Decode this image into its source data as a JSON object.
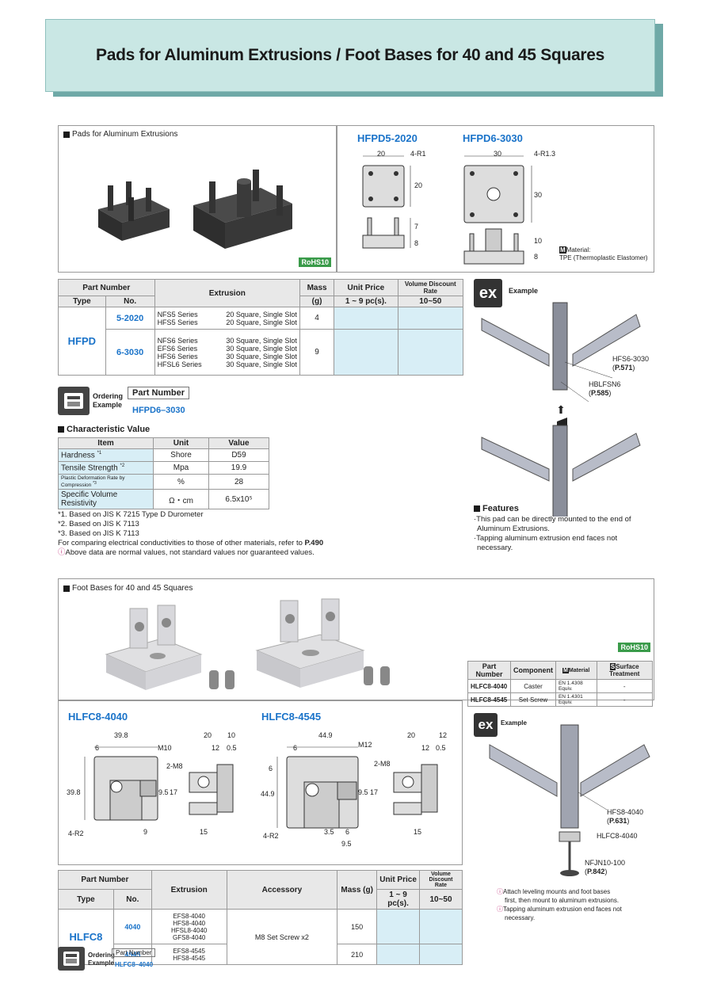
{
  "title": "Pads for Aluminum Extrusions / Foot Bases for 40 and 45 Squares",
  "pads": {
    "section_label": "Pads for Aluminum Extrusions",
    "rohs": "RoHS10",
    "drawing_1_title": "HFPD5-2020",
    "drawing_2_title": "HFPD6-3030",
    "d1": {
      "w": "20",
      "r": "4-R1",
      "h": "20",
      "a": "7",
      "b": "8"
    },
    "d2": {
      "w": "30",
      "r": "4-R1.3",
      "h": "30",
      "a": "10",
      "b": "8"
    },
    "material_label": "Material:",
    "material_value": "TPE (Thermoplastic Elastomer)",
    "table": {
      "h_part_number": "Part Number",
      "h_type": "Type",
      "h_no": "No.",
      "h_extrusion": "Extrusion",
      "h_mass": "Mass",
      "h_mass_unit": "(g)",
      "h_unit_price": "Unit Price",
      "h_unit_price_qty": "1 ~ 9 pc(s).",
      "h_volume": "Volume Discount Rate",
      "h_volume_qty": "10~50",
      "type": "HFPD",
      "row1": {
        "no": "5-2020",
        "series": [
          "NFS5 Series",
          "HFS5 Series"
        ],
        "desc": [
          "20 Square, Single Slot",
          "20 Square, Single Slot"
        ],
        "mass": "4"
      },
      "row2": {
        "no": "6-3030",
        "series": [
          "NFS6 Series",
          "EFS6 Series",
          "HFS6 Series",
          "HFSL6 Series"
        ],
        "desc": [
          "30 Square, Single Slot",
          "30 Square, Single Slot",
          "30 Square, Single Slot",
          "30 Square, Single Slot"
        ],
        "mass": "9"
      }
    },
    "ordering_label_1": "Ordering",
    "ordering_label_2": "Example",
    "ordering_part_number": "Part Number",
    "ordering_value": "HFPD6–3030",
    "char_title": "Characteristic Value",
    "char_headers": [
      "Item",
      "Unit",
      "Value"
    ],
    "char_rows": [
      {
        "item": "Hardness",
        "sup": "*1",
        "unit": "Shore",
        "value": "D59"
      },
      {
        "item": "Tensile Strength",
        "sup": "*2",
        "unit": "Mpa",
        "value": "19.9"
      },
      {
        "item": "Plastic Deformation Rate by Compression",
        "sup": "*3",
        "unit": "%",
        "value": "28"
      },
      {
        "item": "Specific Volume Resistivity",
        "sup": "",
        "unit": "Ω・cm",
        "value": "6.5x10⁵"
      }
    ],
    "notes": [
      "*1. Based on JIS K 7215 Type D Durometer",
      "*2. Based on JIS K 7113",
      "*3. Based on JIS K 7113"
    ],
    "note_compare": "For comparing electrical conductivities to those of other materials, refer to ",
    "note_compare_ref": "P.490",
    "note_above": "Above data are normal values, not standard values nor guaranteed values.",
    "example_label": "Example",
    "ex_badge": "ex",
    "ex_callout_1": "HFS6-3030",
    "ex_callout_1_ref": "P.571",
    "ex_callout_2": "HBLFSN6",
    "ex_callout_2_ref": "P.585",
    "features_title": "Features",
    "features": [
      "·This pad can be directly mounted to the end of",
      "Aluminum Extrusions.",
      "·Tapping aluminum extrusion end faces not",
      "necessary."
    ]
  },
  "foot": {
    "section_label": "Foot Bases for 40 and 45 Squares",
    "rohs": "RoHS10",
    "comp_headers": [
      "Part Number",
      "Component",
      "Material",
      "Surface Treatment"
    ],
    "comp_rows": [
      {
        "pn": "HLFC8-4040",
        "component": "Caster",
        "material": "EN 1.4308 Equiv.",
        "treatment": "-"
      },
      {
        "pn": "HLFC8-4545",
        "component": "Set Screw",
        "material": "EN 1.4301 Equiv.",
        "treatment": "-"
      }
    ],
    "drawing_1_title": "HLFC8-4040",
    "drawing_2_title": "HLFC8-4545",
    "d1": {
      "w": "39.8",
      "a": "6",
      "m": "M10",
      "h": "39.8",
      "r": "4-R2",
      "b": "9",
      "s1": "20",
      "s2": "10",
      "s3": "12",
      "s4": "0.5",
      "m8": "2-M8",
      "t1": "9.5",
      "t2": "17",
      "f": "15"
    },
    "d2": {
      "w": "44.9",
      "a": "6",
      "b6": "6",
      "m": "M12",
      "h": "44.9",
      "r": "4-R2",
      "c1": "3.5",
      "c2": "6",
      "c3": "9.5",
      "s1": "20",
      "s2": "12",
      "s3": "12",
      "s4": "0.5",
      "m8": "2-M8",
      "t1": "9.5",
      "t2": "17",
      "f": "15"
    },
    "table": {
      "h_part_number": "Part Number",
      "h_type": "Type",
      "h_no": "No.",
      "h_extrusion": "Extrusion",
      "h_accessory": "Accessory",
      "h_mass": "Mass (g)",
      "h_unit_price": "Unit Price",
      "h_unit_price_qty": "1 ~ 9 pc(s).",
      "h_volume": "Volume Discount Rate",
      "h_volume_qty": "10~50",
      "type": "HLFC8",
      "accessory": "M8 Set Screw x2",
      "row1": {
        "no": "4040",
        "ext": [
          "EFS8-4040",
          "HFS8-4040",
          "HFSL8-4040",
          "GFS8-4040"
        ],
        "mass": "150"
      },
      "row2": {
        "no": "4545",
        "ext": [
          "EFS8-4545",
          "HFS8-4545"
        ],
        "mass": "210"
      }
    },
    "ordering_label_1": "Ordering",
    "ordering_label_2": "Example",
    "ordering_part_number": "Part Number",
    "ordering_value": "HLFC8–4040",
    "example_label": "Example",
    "ex_badge": "ex",
    "ex_callout_1": "HFS8-4040",
    "ex_callout_1_ref": "P.631",
    "ex_callout_2": "HLFC8-4040",
    "ex_callout_3": "NFJN10-100",
    "ex_callout_3_ref": "P.842",
    "notes": [
      "Attach leveling mounts and foot bases",
      "first, then mount to aluminum extrusions.",
      "Tapping aluminum extrusion end faces not",
      "necessary."
    ]
  }
}
